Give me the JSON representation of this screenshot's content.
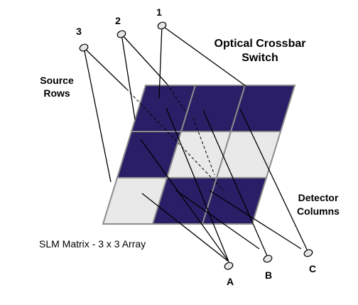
{
  "title_line1": "Optical Crossbar",
  "title_line2": "Switch",
  "source_label_line1": "Source",
  "source_label_line2": "Rows",
  "detector_label_line1": "Detector",
  "detector_label_line2": "Columns",
  "matrix_caption": "SLM Matrix - 3 x 3 Array",
  "sources": [
    "1",
    "2",
    "3"
  ],
  "detectors": [
    "A",
    "B",
    "C"
  ],
  "grid": [
    [
      "dark",
      "dark",
      "dark"
    ],
    [
      "dark",
      "light",
      "light"
    ],
    [
      "light",
      "dark",
      "dark"
    ]
  ],
  "colors": {
    "dark": "#2a1e66",
    "light": "#e9e9e9",
    "edge": "#8c8c8c",
    "line": "#000000"
  }
}
